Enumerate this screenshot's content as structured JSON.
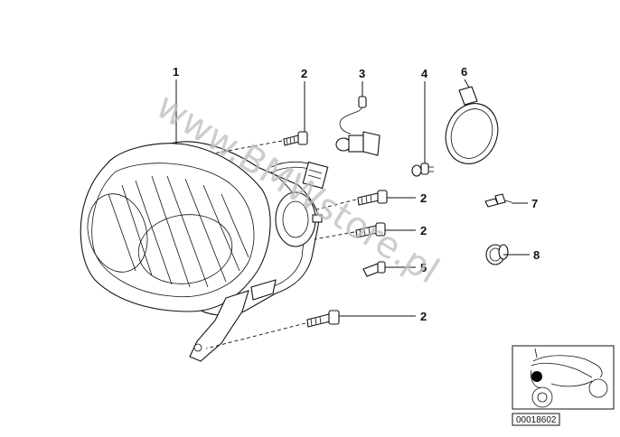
{
  "callouts": {
    "c1": "1",
    "c2a": "2",
    "c3": "3",
    "c4": "4",
    "c6": "6",
    "c2b": "2",
    "c7": "7",
    "c2c": "2",
    "c5": "5",
    "c8": "8",
    "c2d": "2"
  },
  "watermark": "www.BMWstore.pl",
  "diagram_code": "00018602"
}
